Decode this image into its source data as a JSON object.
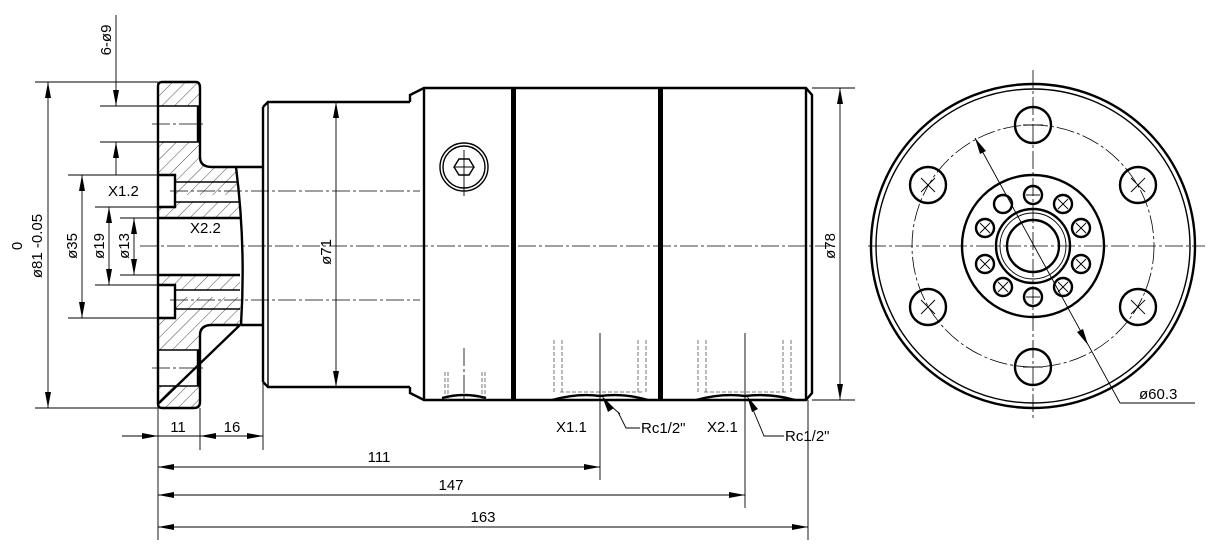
{
  "drawing": {
    "title": "Rotary joint technical drawing",
    "views": [
      "side-section-view",
      "end-view"
    ],
    "colors": {
      "line": "#000000",
      "background": "#ffffff",
      "hidden": "#555555"
    }
  },
  "dimensions": {
    "flange_holes": "6-ø9",
    "flange_diameter": "ø81 -0.05",
    "flange_tolerance_upper": "0",
    "bore_35": "ø35",
    "bore_19": "ø19",
    "bore_13": "ø13",
    "body_diameter_71": "ø71",
    "body_diameter_78": "ø78",
    "bolt_circle": "ø60.3",
    "flange_thickness": "11",
    "neck_length": "16",
    "port1_position": "111",
    "port2_position": "147",
    "overall_length": "163"
  },
  "labels": {
    "port_x12": "X1.2",
    "port_x22": "X2.2",
    "port_x11": "X1.1",
    "port_x21": "X2.1",
    "thread_1": "Rc1/2\"",
    "thread_2": "Rc1/2\""
  }
}
